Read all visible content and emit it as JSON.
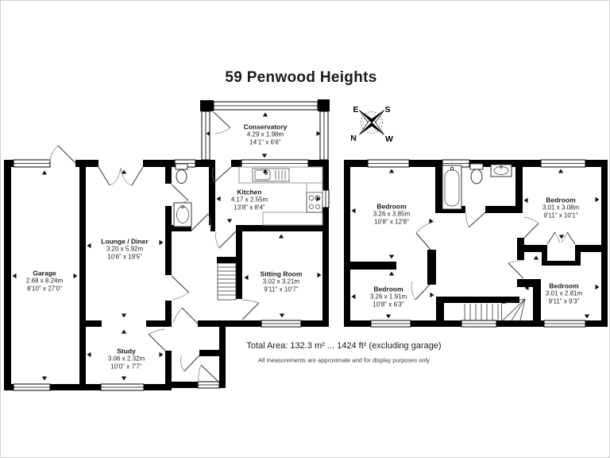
{
  "title": "59 Penwood Heights",
  "compass": {
    "top_left": "E",
    "top_right": "S",
    "bottom_left": "N",
    "bottom_right": "W"
  },
  "rooms": {
    "conservatory": {
      "name": "Conservatory",
      "metric": "4.29 x 1.98m",
      "imperial": "14'1\" x 6'6\""
    },
    "kitchen": {
      "name": "Kitchen",
      "metric": "4.17 x 2.55m",
      "imperial": "13'8\" x 8'4\""
    },
    "lounge_diner": {
      "name": "Lounge / Diner",
      "metric": "3.20 x 5.92m",
      "imperial": "10'6\" x 19'5\""
    },
    "garage": {
      "name": "Garage",
      "metric": "2.68 x 8.24m",
      "imperial": "8'10\" x 27'0\""
    },
    "sitting_room": {
      "name": "Sitting Room",
      "metric": "3.02 x 3.21m",
      "imperial": "9'11\" x 10'7\""
    },
    "study": {
      "name": "Study",
      "metric": "3.06 x 2.32m",
      "imperial": "10'0\" x 7'7\""
    },
    "bedroom_1": {
      "name": "Bedroom",
      "metric": "3.26 x 3.85m",
      "imperial": "10'8\" x 12'8\""
    },
    "bedroom_2": {
      "name": "Bedroom",
      "metric": "3.01 x 3.08m",
      "imperial": "9'11\" x 10'1\""
    },
    "bedroom_3": {
      "name": "Bedroom",
      "metric": "3.26 x 1.91m",
      "imperial": "10'8\" x 6'3\""
    },
    "bedroom_4": {
      "name": "Bedroom",
      "metric": "3.01 x 2.81m",
      "imperial": "9'11\" x 9'3\""
    }
  },
  "footer": {
    "total_area": "Total Area: 132.3 m² ... 1424 ft² (excluding garage)",
    "disclaimer": "All measurements are approximate and for display purposes only"
  },
  "colors": {
    "wall": "#000000",
    "counter": "#9a9a9a",
    "background": "#ffffff"
  }
}
